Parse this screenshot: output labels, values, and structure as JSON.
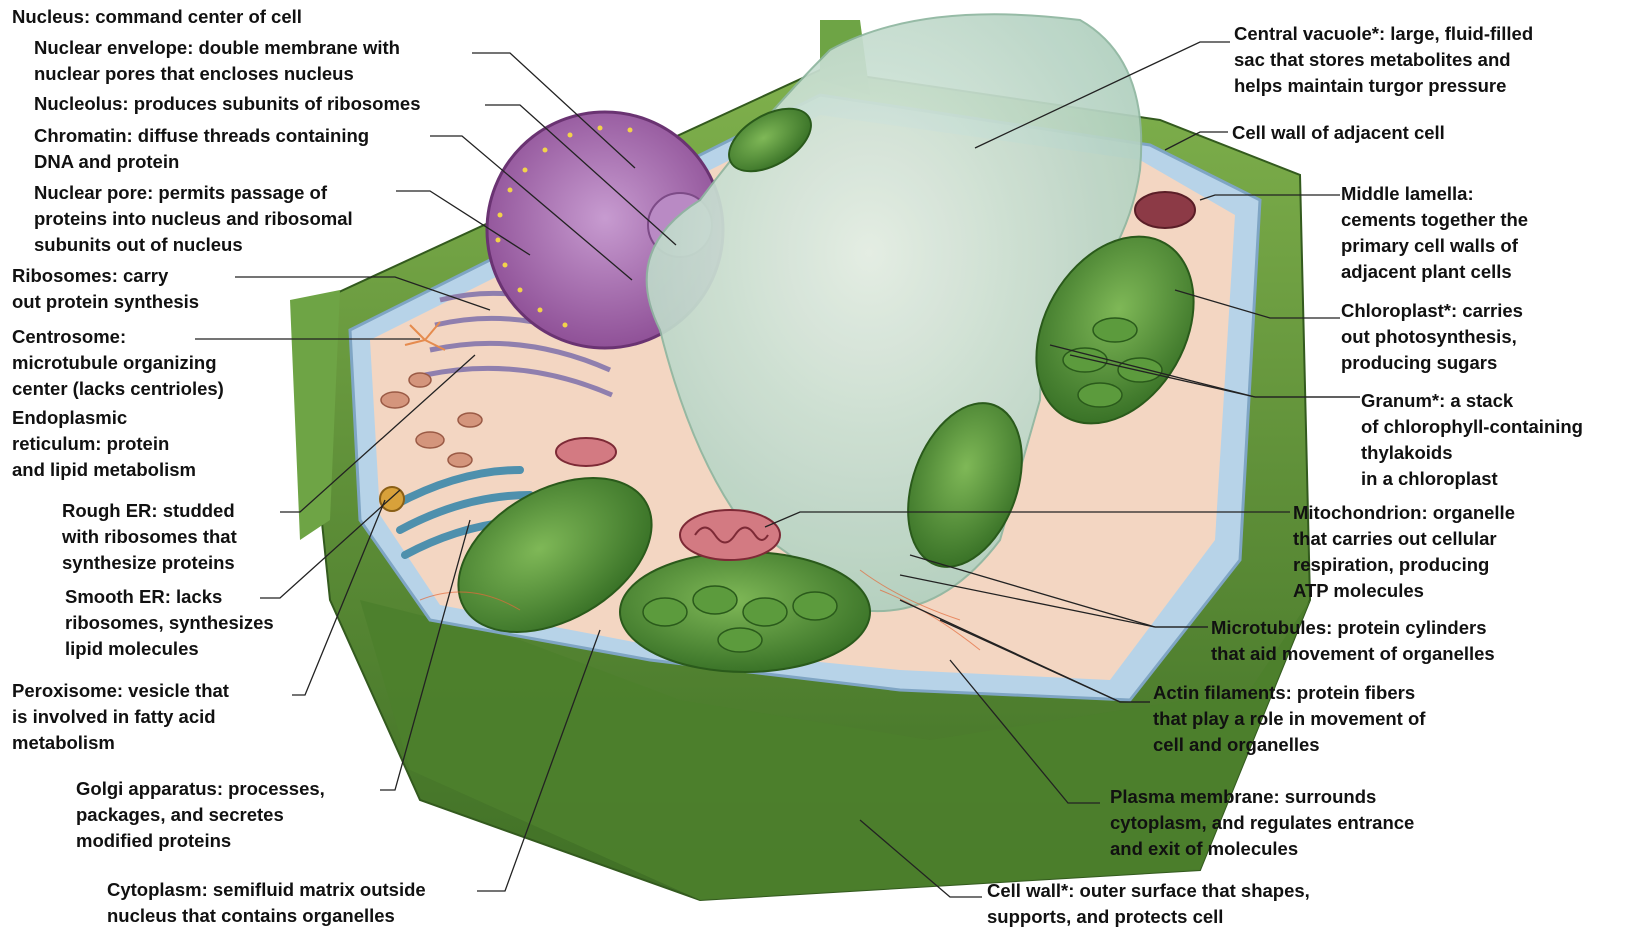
{
  "labels": {
    "nucleus": [
      "Nucleus: command center of cell"
    ],
    "nuclear_envelope": [
      "Nuclear envelope: double membrane with",
      "nuclear pores that encloses nucleus"
    ],
    "nucleolus": [
      "Nucleolus: produces subunits of ribosomes"
    ],
    "chromatin": [
      "Chromatin: diffuse threads containing",
      "DNA and protein"
    ],
    "nuclear_pore": [
      "Nuclear pore: permits passage of",
      "proteins into nucleus and ribosomal",
      "subunits out of nucleus"
    ],
    "ribosomes": [
      "Ribosomes: carry",
      "out protein synthesis"
    ],
    "centrosome": [
      "Centrosome:",
      "microtubule organizing",
      "center (lacks centrioles)"
    ],
    "er": [
      "Endoplasmic",
      "reticulum: protein",
      "and lipid metabolism"
    ],
    "rough_er": [
      "Rough ER: studded",
      "with ribosomes that",
      "synthesize proteins"
    ],
    "smooth_er": [
      "Smooth ER: lacks",
      "ribosomes, synthesizes",
      "lipid molecules"
    ],
    "peroxisome": [
      "Peroxisome: vesicle that",
      "is involved in fatty acid",
      "metabolism"
    ],
    "golgi": [
      "Golgi apparatus: processes,",
      "packages, and secretes",
      "modified proteins"
    ],
    "cytoplasm": [
      "Cytoplasm: semifluid matrix outside",
      "nucleus that contains organelles"
    ],
    "central_vacuole": [
      "Central vacuole*: large, fluid-filled",
      "sac that stores metabolites and",
      "helps maintain turgor pressure"
    ],
    "cell_wall_adjacent": [
      "Cell wall of adjacent cell"
    ],
    "middle_lamella": [
      "Middle lamella:",
      "cements together the",
      "primary cell walls of",
      "adjacent plant cells"
    ],
    "chloroplast": [
      "Chloroplast*: carries",
      "out photosynthesis,",
      "producing sugars"
    ],
    "granum": [
      "Granum*: a stack",
      "of chlorophyll-containing",
      "thylakoids",
      "in a chloroplast"
    ],
    "mitochondrion": [
      "Mitochondrion: organelle",
      "that carries out cellular",
      "respiration, producing",
      "ATP molecules"
    ],
    "microtubules": [
      "Microtubules: protein cylinders",
      "that aid movement of organelles"
    ],
    "actin": [
      "Actin filaments: protein fibers",
      "that play a role in movement of",
      "cell and organelles"
    ],
    "plasma_membrane": [
      "Plasma membrane: surrounds",
      "cytoplasm, and regulates entrance",
      "and exit of molecules"
    ],
    "cell_wall": [
      "Cell wall*: outer surface that shapes,",
      "supports, and protects cell"
    ]
  },
  "colors": {
    "wall_green": "#5c8f37",
    "wall_light": "#9dc46a",
    "membrane_blue": "#b7d3e8",
    "cytoplasm": "#f3d6c2",
    "nucleus": "#9b5aa3",
    "vacuole": "#c9e0d3",
    "chloroplast": "#4f8a34",
    "mito": "#b24a57",
    "leader": "#222222"
  }
}
